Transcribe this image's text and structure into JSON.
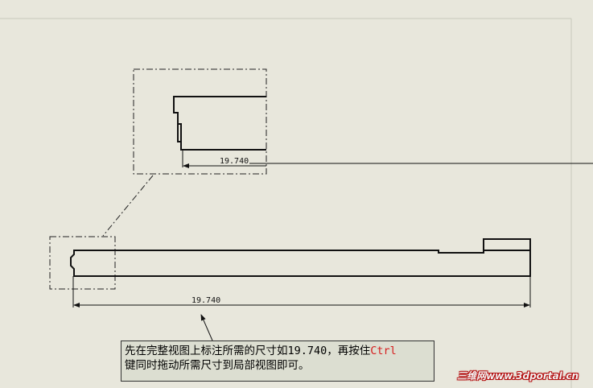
{
  "drawing": {
    "detail_dimension": "19.740",
    "main_dimension": "19.740"
  },
  "callout": {
    "line1_pre": "先在完整视图上标注所需的尺寸如19.740，再按住",
    "line1_key": "Ctrl",
    "line2": "键同时拖动所需尺寸到局部视图即可。"
  },
  "watermark": {
    "text": "三维网www.3dportal.cn"
  },
  "colors": {
    "background": "#e8e7dc",
    "callout_bg": "#dcded1",
    "highlight": "#d61e1e"
  }
}
